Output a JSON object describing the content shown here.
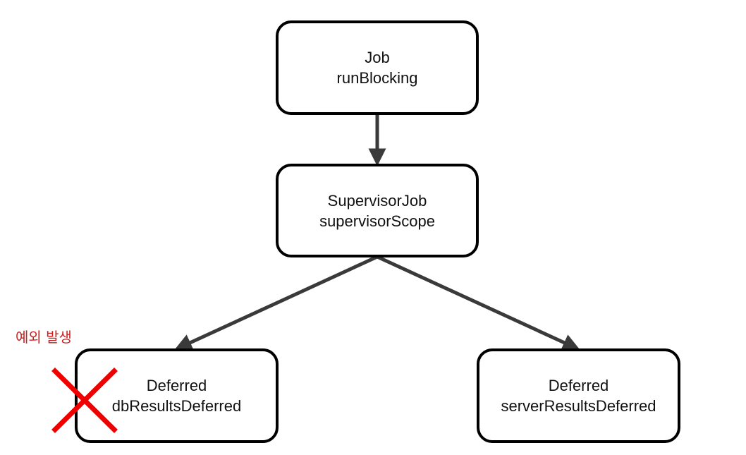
{
  "nodes": {
    "job": {
      "type": "Job",
      "name": "runBlocking"
    },
    "supervisor": {
      "type": "SupervisorJob",
      "name": "supervisorScope"
    },
    "db": {
      "type": "Deferred",
      "name": "dbResultsDeferred"
    },
    "server": {
      "type": "Deferred",
      "name": "serverResultsDeferred"
    }
  },
  "edges": [
    {
      "from": "job",
      "to": "supervisor"
    },
    {
      "from": "supervisor",
      "to": "db"
    },
    {
      "from": "supervisor",
      "to": "server"
    }
  ],
  "error_annotation": {
    "label": "예외 발생",
    "target": "db",
    "icon": "cross-icon",
    "color": "#cc1f1f"
  },
  "colors": {
    "edge": "#3a3a3a",
    "node_border": "#000000",
    "error": "#ee0000"
  }
}
